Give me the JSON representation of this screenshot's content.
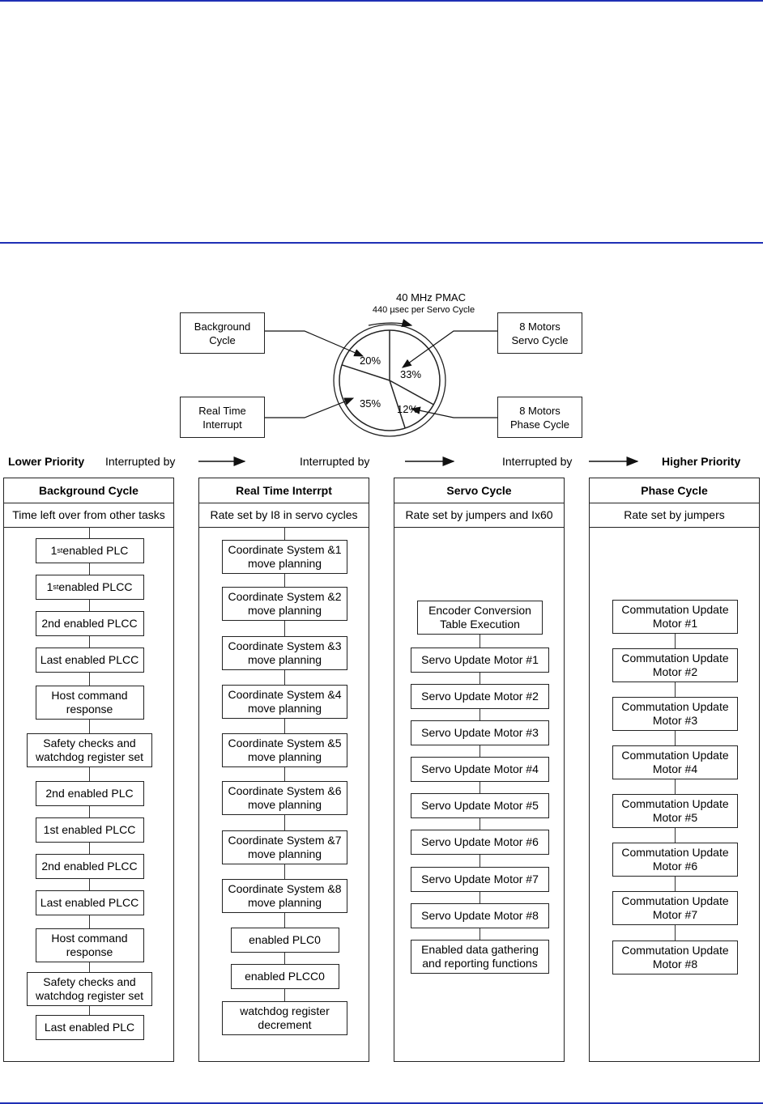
{
  "pie": {
    "title_line1": "40 MHz PMAC",
    "title_line2": "440 µsec per Servo Cycle",
    "slices": [
      {
        "label": "20%",
        "value": 20
      },
      {
        "label": "33%",
        "value": 33
      },
      {
        "label": "12%",
        "value": 12
      },
      {
        "label": "35%",
        "value": 35
      }
    ],
    "callouts": {
      "background": "Background\nCycle",
      "realtime": "Real Time\nInterrupt",
      "servo": "8 Motors\nServo Cycle",
      "phase": "8 Motors\nPhase Cycle"
    }
  },
  "priority": {
    "lower": "Lower Priority",
    "interrupted_by": "Interrupted by",
    "higher": "Higher Priority"
  },
  "columns": [
    {
      "title": "Background Cycle",
      "subtitle": "Time left over from other tasks",
      "items": [
        "1st enabled PLC",
        "1st enabled PLCC",
        "2nd enabled PLCC",
        "Last enabled PLCC",
        "Host command\nresponse",
        "Safety checks and\nwatchdog register set",
        "2nd enabled PLC",
        "1st enabled PLCC",
        "2nd enabled PLCC",
        "Last enabled PLCC",
        "Host command\nresponse",
        "Safety checks and\nwatchdog register set",
        "Last enabled PLC"
      ]
    },
    {
      "title": "Real Time Interrpt",
      "subtitle": "Rate set by I8 in servo cycles",
      "items": [
        "Coordinate System &1\nmove planning",
        "Coordinate System &2\nmove planning",
        "Coordinate System &3\nmove planning",
        "Coordinate System &4\nmove planning",
        "Coordinate System &5\nmove planning",
        "Coordinate System &6\nmove planning",
        "Coordinate System &7\nmove planning",
        "Coordinate System &8\nmove planning",
        "enabled PLC0",
        "enabled PLCC0",
        "watchdog register\ndecrement"
      ]
    },
    {
      "title": "Servo Cycle",
      "subtitle": "Rate set by jumpers and Ix60",
      "items": [
        "Encoder Conversion\nTable Execution",
        "Servo Update Motor #1",
        "Servo Update Motor #2",
        "Servo Update Motor #3",
        "Servo Update Motor #4",
        "Servo Update Motor #5",
        "Servo Update Motor #6",
        "Servo Update Motor #7",
        "Servo Update Motor #8",
        "Enabled data gathering\nand reporting functions"
      ]
    },
    {
      "title": "Phase Cycle",
      "subtitle": "Rate set by jumpers",
      "items": [
        "Commutation Update\nMotor #1",
        "Commutation Update\nMotor #2",
        "Commutation Update\nMotor #3",
        "Commutation Update\nMotor #4",
        "Commutation Update\nMotor #5",
        "Commutation Update\nMotor #6",
        "Commutation Update\nMotor #7",
        "Commutation Update\nMotor #8"
      ]
    }
  ]
}
